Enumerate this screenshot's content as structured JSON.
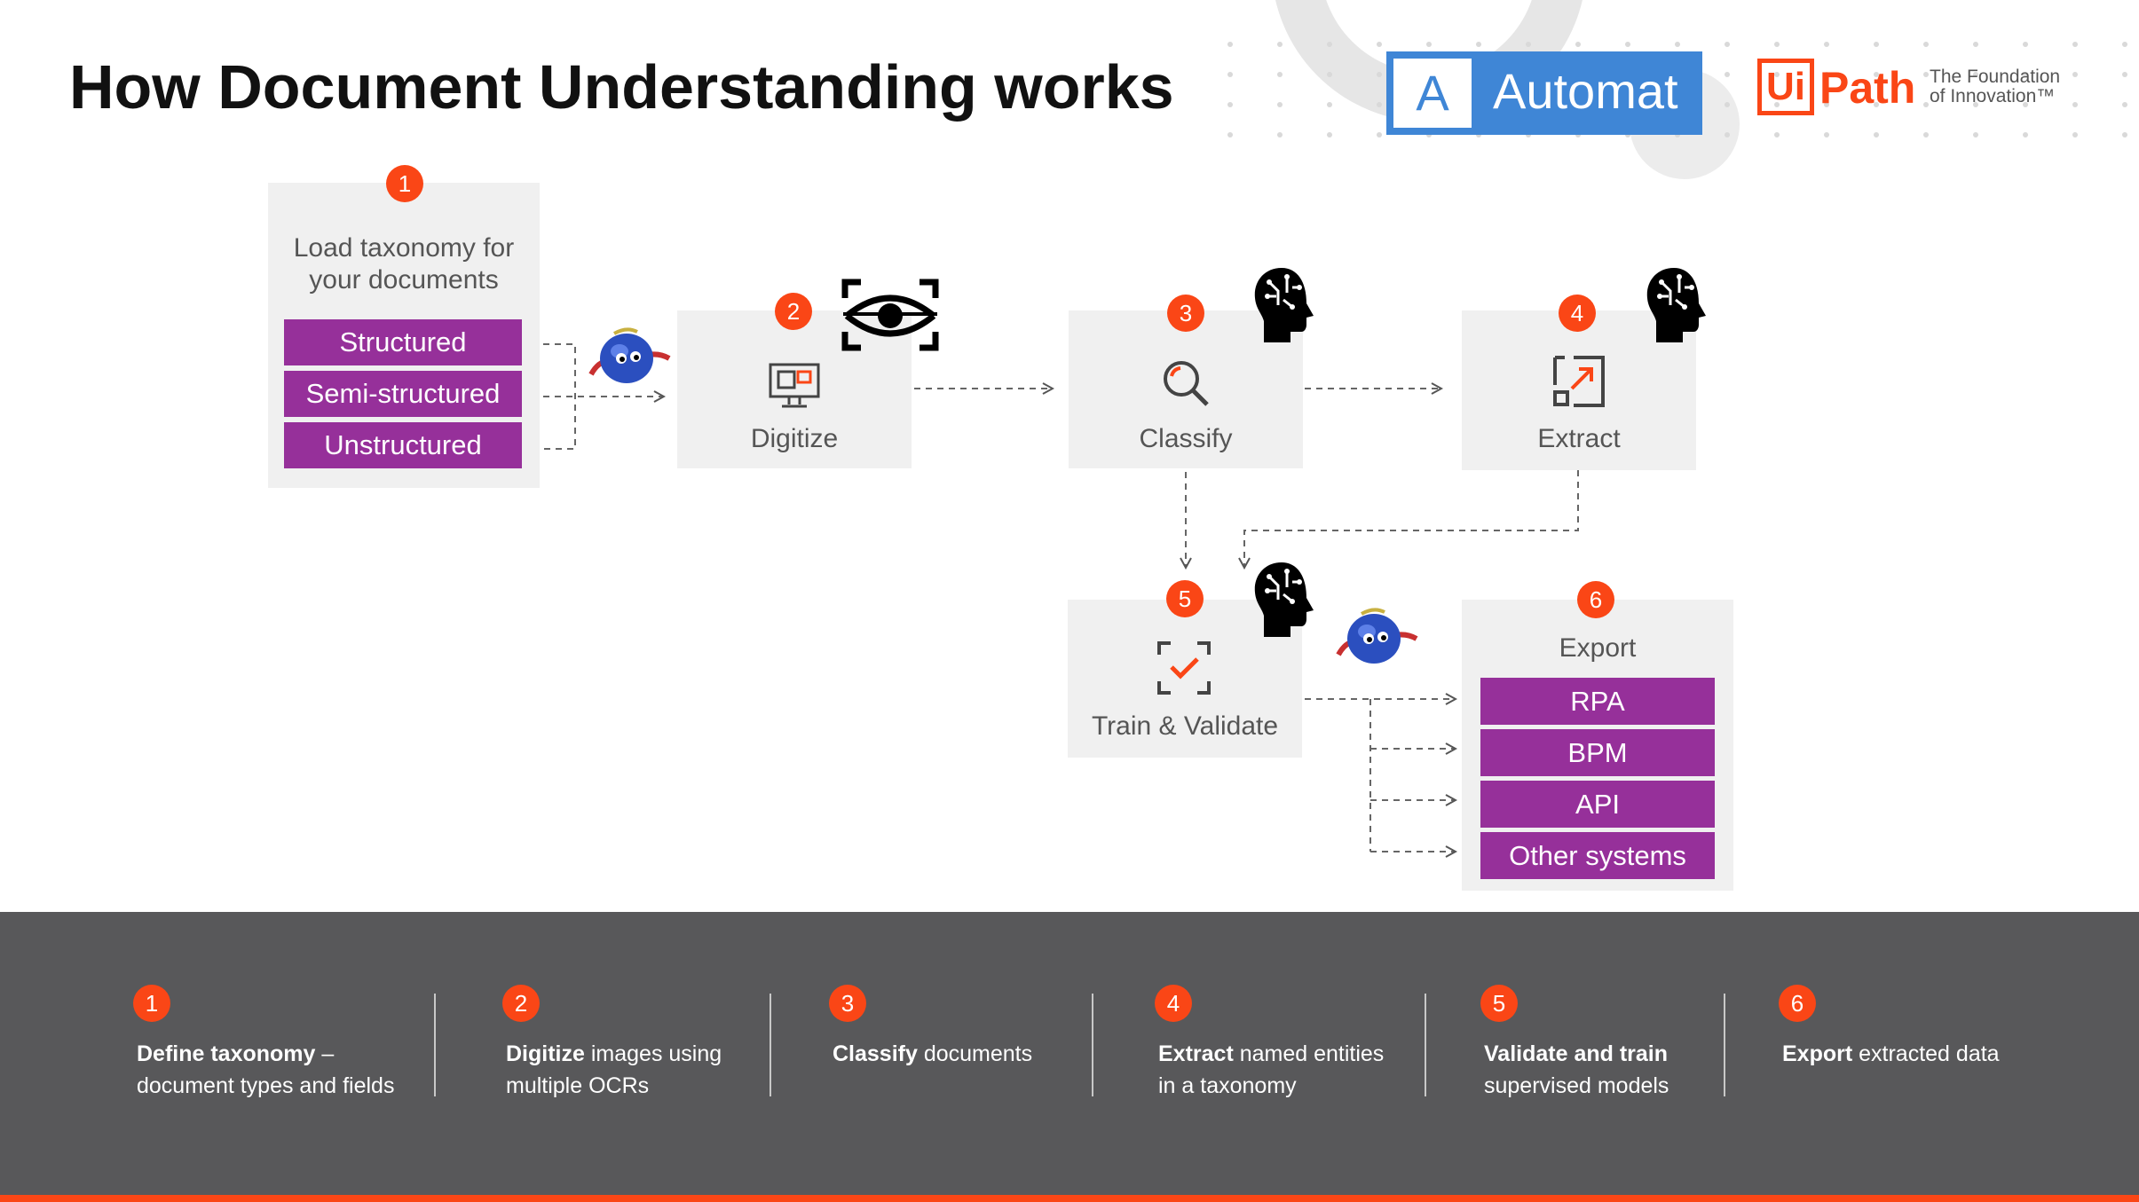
{
  "title": "How Document Understanding works",
  "logos": {
    "automat_letter": "A",
    "automat_name": "Automat",
    "uipath_ui": "Ui",
    "uipath_path": "Path",
    "uipath_tagline_1": "The Foundation",
    "uipath_tagline_2": "of Innovation™"
  },
  "colors": {
    "accent": "#fa4616",
    "purple": "#96309a",
    "box": "#f0f0f0",
    "band": "#58585a",
    "automat_blue": "#3f86d6"
  },
  "steps": {
    "s1": {
      "num": "1",
      "label_line1": "Load taxonomy for",
      "label_line2": "your documents",
      "types": [
        "Structured",
        "Semi-structured",
        "Unstructured"
      ]
    },
    "s2": {
      "num": "2",
      "label": "Digitize",
      "icon": "monitor-icon"
    },
    "s3": {
      "num": "3",
      "label": "Classify",
      "icon": "magnifier-icon"
    },
    "s4": {
      "num": "4",
      "label": "Extract",
      "icon": "extract-arrow-icon"
    },
    "s5": {
      "num": "5",
      "label": "Train & Validate",
      "icon": "validate-check-icon"
    },
    "s6": {
      "num": "6",
      "label": "Export",
      "targets": [
        "RPA",
        "BPM",
        "API",
        "Other systems"
      ]
    }
  },
  "summary": [
    {
      "num": "1",
      "bold": "Define taxonomy",
      "rest_1": " –",
      "line2": "document types and fields"
    },
    {
      "num": "2",
      "bold": "Digitize",
      "rest_1": " images using",
      "line2": "multiple OCRs"
    },
    {
      "num": "3",
      "bold": "Classify",
      "rest_1": " documents",
      "line2": ""
    },
    {
      "num": "4",
      "bold": "Extract",
      "rest_1": " named entities",
      "line2": "in a taxonomy"
    },
    {
      "num": "5",
      "bold": "Validate and train",
      "rest_1": "",
      "line2": "supervised models"
    },
    {
      "num": "6",
      "bold": "Export",
      "rest_1": " extracted data",
      "line2": ""
    }
  ]
}
